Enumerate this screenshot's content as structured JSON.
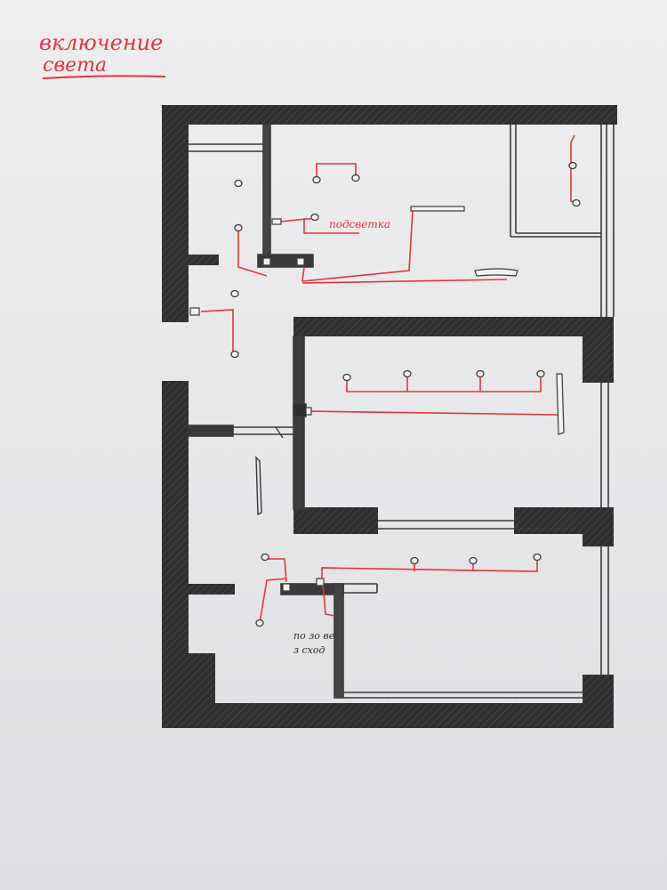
{
  "title": {
    "line1": "включение",
    "line2": "света"
  },
  "labels": {
    "backlight": "подсветка",
    "headboard_line1": "по зо ве",
    "headboard_line2": "з сход"
  },
  "colors": {
    "paper": "#ececee",
    "wall": "#2e2e2e",
    "ink": "#3a3a3a",
    "wiring": "#e8333a"
  }
}
